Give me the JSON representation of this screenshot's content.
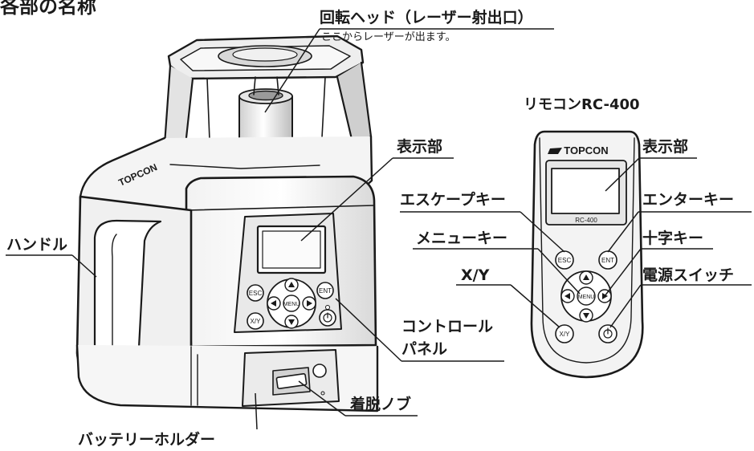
{
  "section_heading": "各部の名称",
  "laser_unit": {
    "logo_text": "TOPCON",
    "buttons": {
      "esc": "ESC",
      "menu": "MENU",
      "ent": "ENT",
      "xy": "X/Y"
    }
  },
  "remote": {
    "title": "リモコンRC-400",
    "logo_text": "TOPCON",
    "model_label": "RC-400",
    "buttons": {
      "esc": "ESC",
      "ent": "ENT",
      "menu": "MENU",
      "xy": "X/Y"
    }
  },
  "callouts": {
    "rotating_head": "回転ヘッド（レーザー射出口）",
    "rotating_head_note": "ここからレーザーが出ます。",
    "display_unit": "表示部",
    "handle": "ハンドル",
    "control_panel_line1": "コントロール",
    "control_panel_line2": "パネル",
    "battery_holder": "バッテリーホルダー",
    "release_knob": "着脱ノブ",
    "remote_display": "表示部",
    "escape_key": "エスケープキー",
    "enter_key": "エンターキー",
    "menu_key": "メニューキー",
    "cross_key": "十字キー",
    "xy_key": "X/Y",
    "power_switch": "電源スイッチ"
  }
}
